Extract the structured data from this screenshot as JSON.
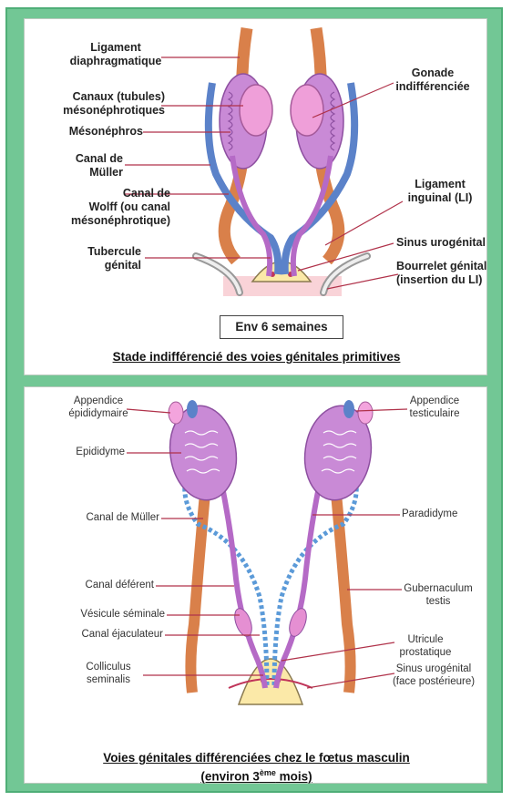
{
  "top": {
    "labels": {
      "ligament_diaphragmatique": "Ligament\ndiaphragmatique",
      "canaux_mesonephrotiques": "Canaux (tubules)\nmésonéphrotiques",
      "mesonephros": "Mésonéphros",
      "canal_muller": "Canal de\nMüller",
      "canal_wolff": "Canal de\nWolff  (ou canal\nmésonéphrotique)",
      "tubercule_genital": "Tubercule\ngénital",
      "gonade": "Gonade\nindifférenciée",
      "ligament_inguinal": "Ligament\ninguinal (LI)",
      "sinus_urogenital": "Sinus urogénital",
      "bourrelet_genital": "Bourrelet génital\n(insertion du LI)"
    },
    "stage_box": "Env 6 semaines",
    "caption": "Stade indifférencié des voies génitales primitives"
  },
  "bottom": {
    "labels": {
      "appendice_epididymaire": "Appendice\népididymaire",
      "epididyme": "Epididyme",
      "canal_muller": "Canal de Müller",
      "canal_deferent": "Canal déférent",
      "vesicule_seminale": "Vésicule séminale",
      "canal_ejaculateur": "Canal éjaculateur",
      "colliculus": "Colliculus\nseminalis",
      "appendice_testiculaire": "Appendice\ntesticulaire",
      "paradidyme": "Paradidyme",
      "gubernaculum": "Gubernaculum\ntestis",
      "utricule": "Utricule\nprostatique",
      "sinus_urogenital": "Sinus urogénital\n(face postérieure)"
    },
    "caption_line1": "Voies génitales différenciées chez le fœtus masculin",
    "caption_line2_pre": "(environ 3",
    "caption_line2_sup": "ème",
    "caption_line2_post": " mois)"
  },
  "colors": {
    "frame_green": "#72c795",
    "orange_ligament": "#d9804a",
    "blue_canal": "#5b82c9",
    "purple_tubules": "#b56ac6",
    "pink_gonad": "#e99ad6",
    "leader_red": "#b0324a"
  }
}
